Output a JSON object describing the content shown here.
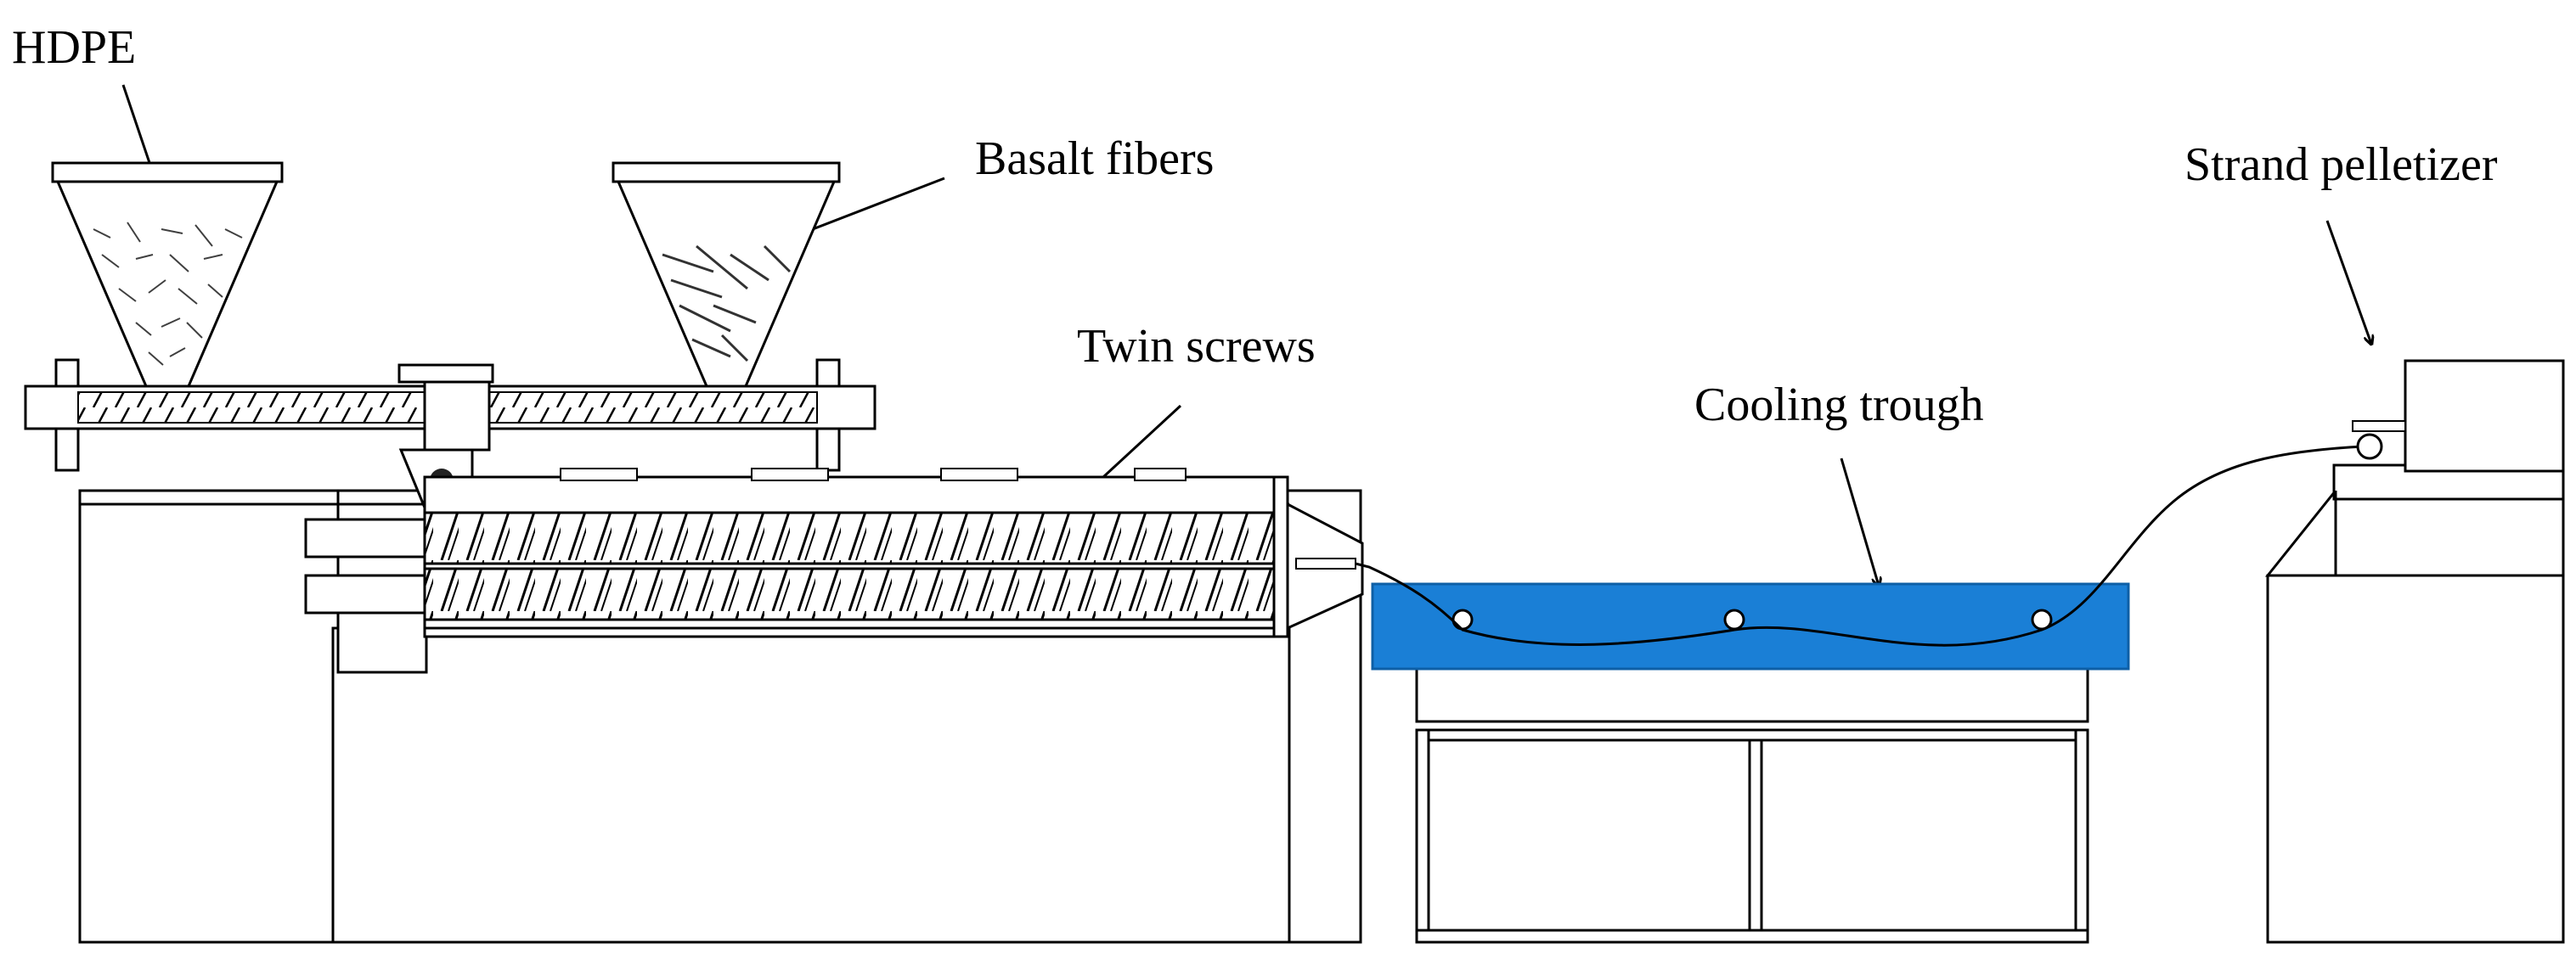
{
  "labels": {
    "hdpe": "HDPE",
    "basalt_fibers": "Basalt fibers",
    "twin_screws": "Twin screws",
    "cooling_trough": "Cooling trough",
    "strand_pelletizer": "Strand pelletizer"
  },
  "colors": {
    "water": "#1a7fd6",
    "line": "#000000",
    "background": "#ffffff"
  }
}
